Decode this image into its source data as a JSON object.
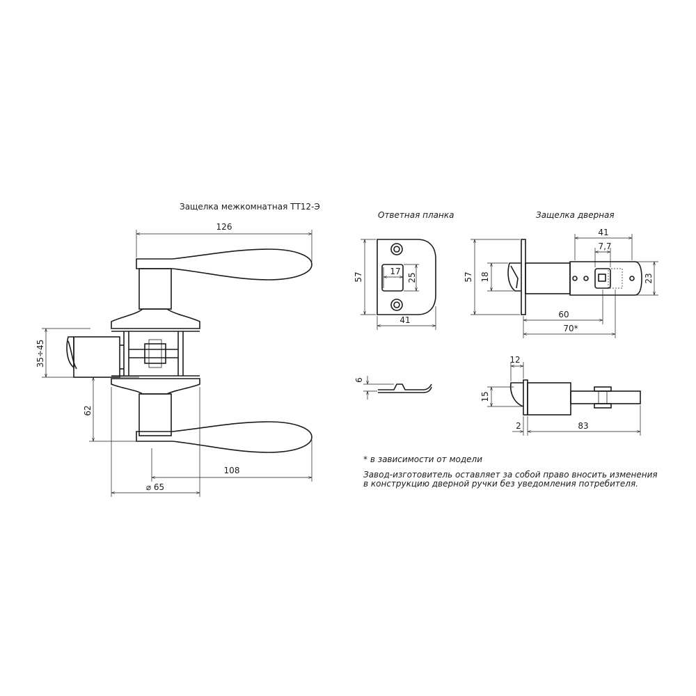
{
  "titles": {
    "main": "Защелка межкомнатная ТТ12-Э",
    "strike": "Ответная планка",
    "latch": "Защелка дверная"
  },
  "dims": {
    "d126": "126",
    "d35_45": "35÷45",
    "d62": "62",
    "d108": "108",
    "d65": "⌀ 65",
    "s57": "57",
    "s17": "17",
    "s25": "25",
    "s41": "41",
    "s6": "6",
    "l41": "41",
    "l7_7": "7,7",
    "l57": "57",
    "l18": "18",
    "l23": "23",
    "l60": "60",
    "l70": "70*",
    "l12": "12",
    "l15": "15",
    "l2": "2",
    "l83": "83"
  },
  "notes": {
    "model": "* в зависимости от модели",
    "line1": "Завод-изготовитель оставляет за собой право вносить изменения",
    "line2": "в конструкцию дверной ручки без уведомления потребителя."
  }
}
